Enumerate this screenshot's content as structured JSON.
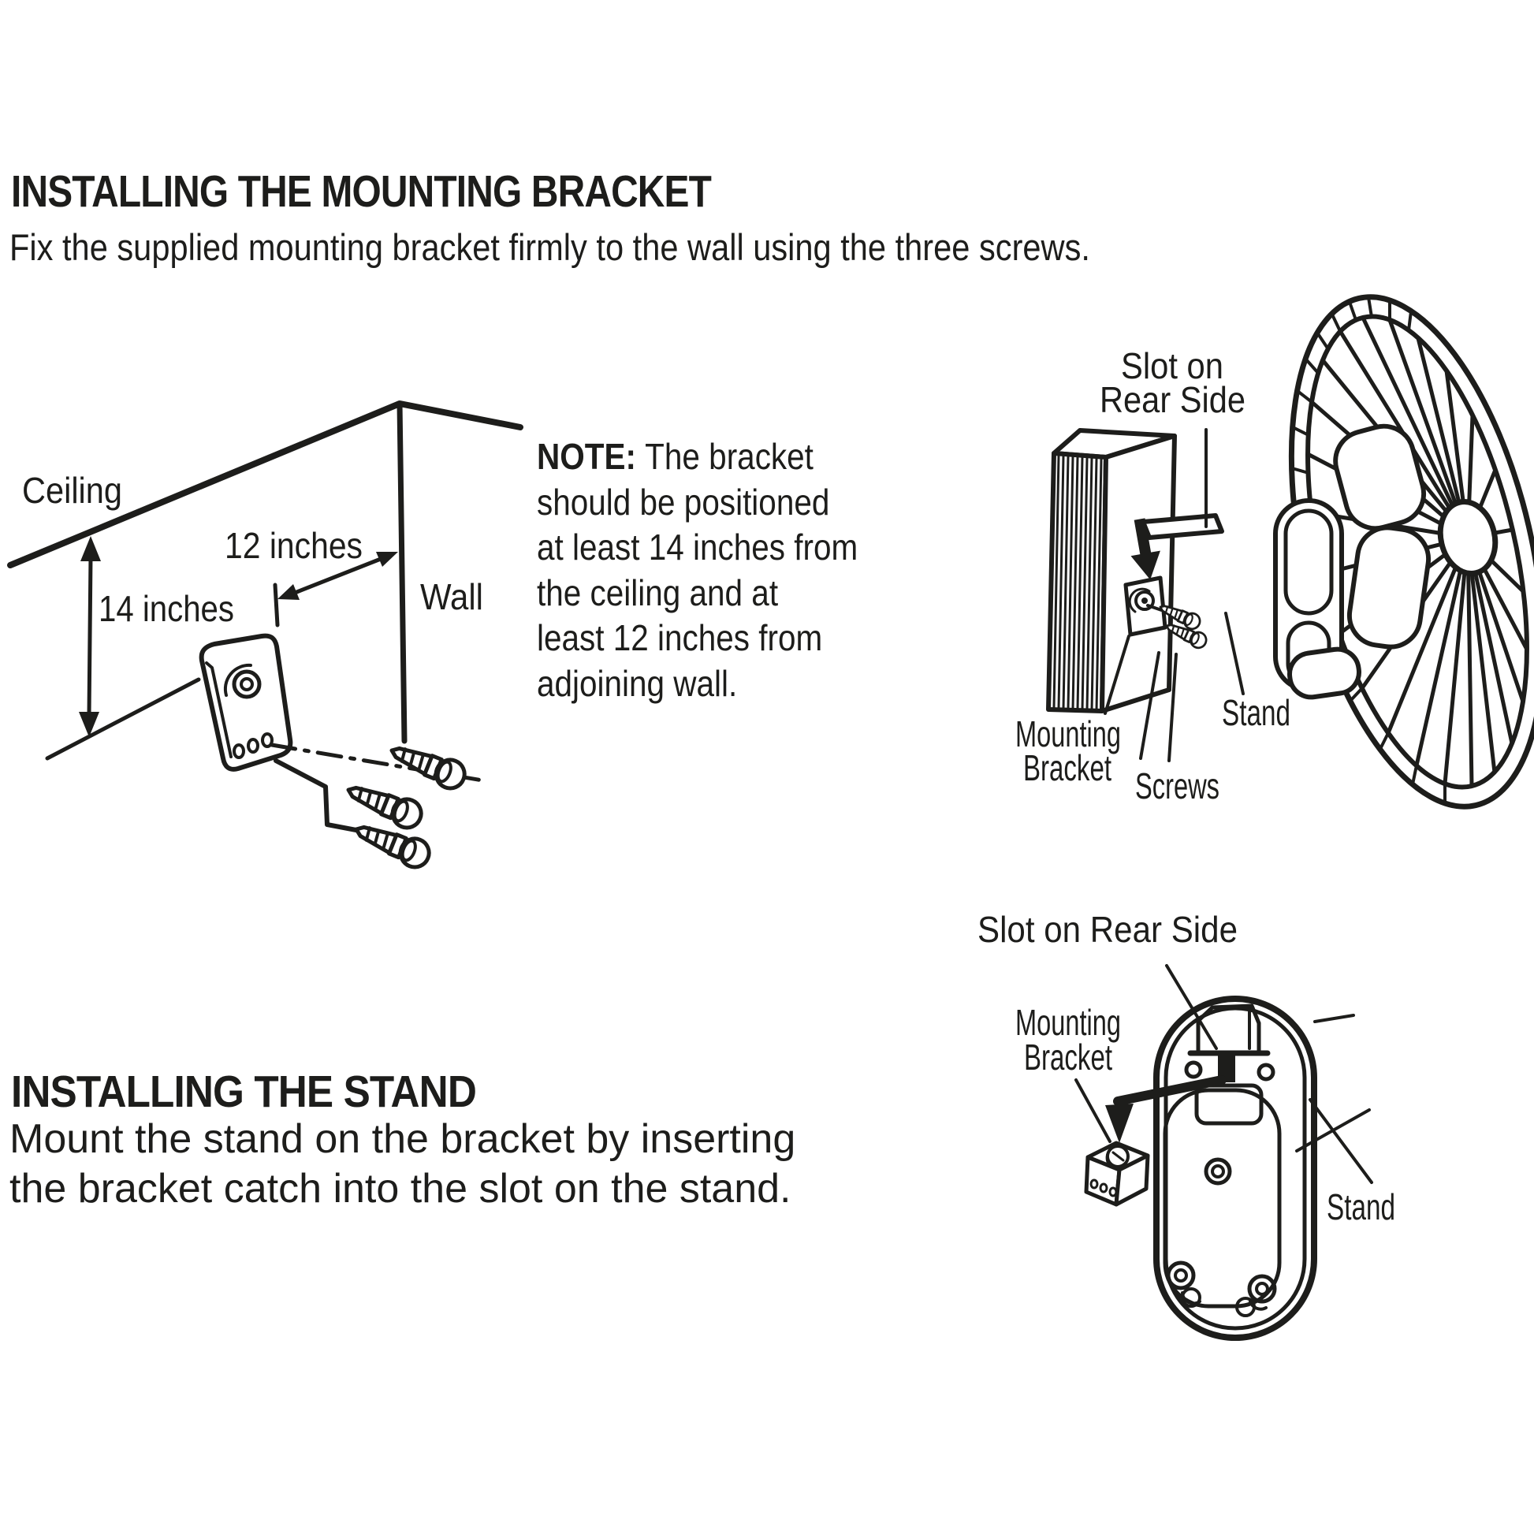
{
  "page": {
    "background": "#ffffff",
    "ink_color": "#1d1d1b"
  },
  "sections": {
    "mounting_bracket": {
      "heading": "INSTALLING THE MOUNTING BRACKET",
      "body": "Fix the supplied mounting bracket firmly to the wall using the three screws."
    },
    "stand": {
      "heading": "INSTALLING THE STAND",
      "body_line1": "Mount the stand on the bracket by inserting",
      "body_line2": "the bracket catch into the slot on the stand."
    }
  },
  "note": {
    "label": "NOTE:",
    "line1": "The bracket",
    "line2": "should be positioned",
    "line3": "at least 14 inches from",
    "line4": "the ceiling and at",
    "line5": "least 12 inches from",
    "line6": "adjoining wall."
  },
  "wall_diagram": {
    "ceiling": "Ceiling",
    "wall": "Wall",
    "horizontal_clearance": "12 inches",
    "vertical_clearance": "14 inches"
  },
  "fan_diagram": {
    "slot_line1": "Slot on",
    "slot_line2": "Rear Side",
    "mounting_line1": "Mounting",
    "mounting_line2": "Bracket",
    "screws": "Screws",
    "stand": "Stand"
  },
  "stand_diagram": {
    "slot": "Slot on Rear Side",
    "mounting_line1": "Mounting",
    "mounting_line2": "Bracket",
    "stand": "Stand"
  }
}
